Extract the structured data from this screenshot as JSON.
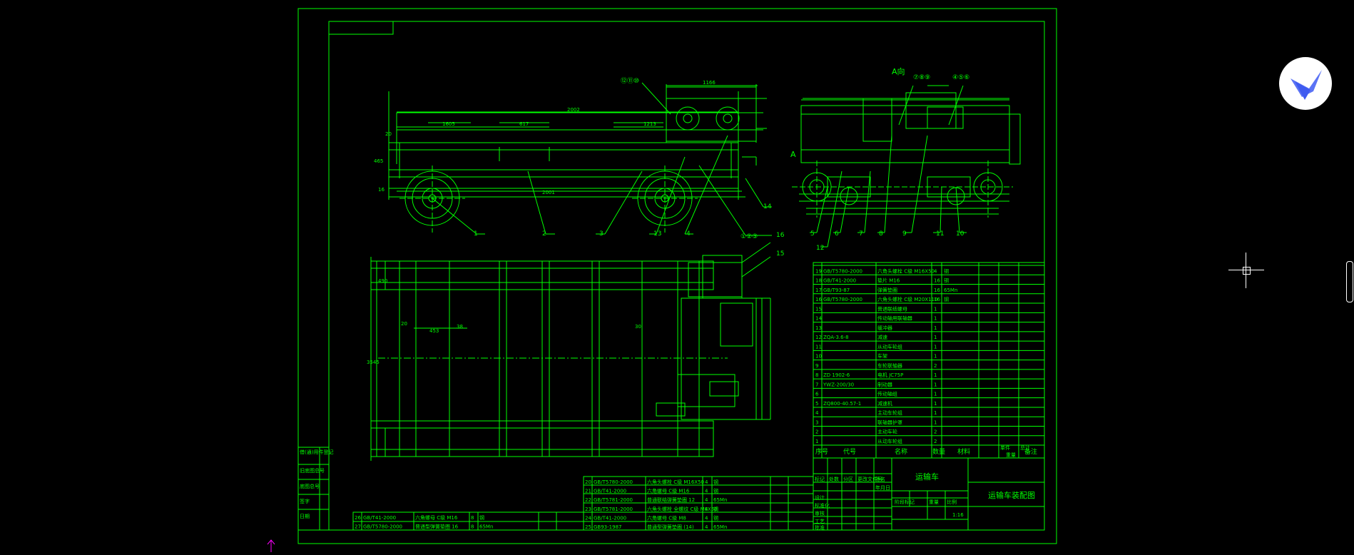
{
  "drawing": {
    "title_block": {
      "part_name": "运输车",
      "drawing_title": "运输车装配图",
      "scale_note": "1:16",
      "col_headers": [
        "序号",
        "代号",
        "名称",
        "数量",
        "材料",
        "备注"
      ],
      "weight_headers": [
        "单件",
        "总计",
        "重量"
      ]
    },
    "view_label_a": "A向",
    "view_marker_a": "A",
    "dims": {
      "d1": "1166",
      "d2": "2002",
      "d3": "1605",
      "d4": "617",
      "d5": "1213",
      "d6": "2001",
      "d7": "465",
      "d8": "3545",
      "d9": "453",
      "d10": "490",
      "d11": "20",
      "d12": "16",
      "d13": "38",
      "d14": "30",
      "d15": "20"
    },
    "balloons_top": [
      "①②③",
      "④⑤⑥",
      "⑦⑧⑨",
      "⑫⑪⑩"
    ],
    "callouts_front": [
      "1",
      "2",
      "3",
      "13",
      "4",
      "14",
      "15",
      "16"
    ],
    "callouts_side": [
      "5",
      "6",
      "7",
      "8",
      "9",
      "11",
      "10",
      "12"
    ],
    "bom_rows": [
      {
        "no": "19",
        "code": "GB/T5780-2000",
        "name": "六角头螺栓 C级 M16X50",
        "qty": "4",
        "mat": "钢"
      },
      {
        "no": "18",
        "code": "GB/T41-2000",
        "name": "垫片 M16",
        "qty": "16",
        "mat": "钢"
      },
      {
        "no": "17",
        "code": "GB/T93-87",
        "name": "弹簧垫圈",
        "qty": "16",
        "mat": "65Mn"
      },
      {
        "no": "16",
        "code": "GB/T5780-2000",
        "name": "六角头螺栓 C级 M20X110",
        "qty": "16",
        "mat": "钢"
      },
      {
        "no": "15",
        "code": "",
        "name": "普通联结螺母",
        "qty": "1",
        "mat": ""
      },
      {
        "no": "14",
        "code": "",
        "name": "传动轴用联轴器",
        "qty": "1",
        "mat": ""
      },
      {
        "no": "13",
        "code": "",
        "name": "缓冲器",
        "qty": "1",
        "mat": ""
      },
      {
        "no": "12",
        "code": "ZQA-3.6-8",
        "name": "减速",
        "qty": "1",
        "mat": ""
      },
      {
        "no": "11",
        "code": "",
        "name": "从动车轮组",
        "qty": "1",
        "mat": ""
      },
      {
        "no": "10",
        "code": "",
        "name": "车架",
        "qty": "1",
        "mat": ""
      },
      {
        "no": "9",
        "code": "",
        "name": "车轮联轴器",
        "qty": "2",
        "mat": ""
      },
      {
        "no": "8",
        "code": "ZD 1902-6",
        "name": "电机 JC75P",
        "qty": "1",
        "mat": ""
      },
      {
        "no": "7",
        "code": "YWZ-200/30",
        "name": "制动器",
        "qty": "1",
        "mat": ""
      },
      {
        "no": "6",
        "code": "",
        "name": "传动轴组",
        "qty": "1",
        "mat": ""
      },
      {
        "no": "5",
        "code": "ZQ800-40.57-1",
        "name": "减速机",
        "qty": "1",
        "mat": ""
      },
      {
        "no": "4",
        "code": "",
        "name": "主动车轮组",
        "qty": "1",
        "mat": ""
      },
      {
        "no": "3",
        "code": "",
        "name": "联轴器护罩",
        "qty": "1",
        "mat": ""
      },
      {
        "no": "2",
        "code": "",
        "name": "主动车轮",
        "qty": "2",
        "mat": ""
      },
      {
        "no": "1",
        "code": "",
        "name": "从动车轮组",
        "qty": "2",
        "mat": ""
      }
    ],
    "bom_lower_mid": [
      {
        "no": "20",
        "code": "GB/T5780-2000",
        "name": "六角头螺栓 C级 M16X50",
        "qty": "4",
        "mat": "钢"
      },
      {
        "no": "21",
        "code": "GB/T41-2000",
        "name": "六角螺母 C级 M16",
        "qty": "4",
        "mat": "钢"
      },
      {
        "no": "22",
        "code": "GB/T5781-2000",
        "name": "普通联结弹簧垫圈 12",
        "qty": "4",
        "mat": "65Mn"
      },
      {
        "no": "23",
        "code": "GB/T5781-2000",
        "name": "六角头螺栓 全螺纹 C级 M8X50",
        "qty": "4",
        "mat": "钢"
      },
      {
        "no": "24",
        "code": "GB/T41-2000",
        "name": "六角螺母 C级 M8",
        "qty": "4",
        "mat": "钢"
      },
      {
        "no": "25",
        "code": "GB93-1987",
        "name": "普通型弹簧垫圈 (14)",
        "qty": "4",
        "mat": "65Mn"
      }
    ],
    "bom_lower_left": [
      {
        "no": "26",
        "code": "GB/T41-2000",
        "name": "六角螺母 C级 M16",
        "qty": "8",
        "mat": "钢"
      },
      {
        "no": "27",
        "code": "GB/T5780-2000",
        "name": "普通型弹簧垫圈 16",
        "qty": "8",
        "mat": "65Mn"
      }
    ],
    "tb_labels": [
      "标记",
      "处数",
      "分区",
      "更改文件号",
      "签名",
      "年月日",
      "设计",
      "标准化",
      "审核",
      "工艺",
      "批准",
      "阶段标记",
      "重量",
      "比例"
    ],
    "left_strip": [
      "借(通)用件登记",
      "旧底图总号",
      "底图总号",
      "签字",
      "日期"
    ]
  },
  "colors": {
    "line": "#00ff00",
    "bg": "#000000"
  },
  "icons": [
    "app-logo-bird-icon",
    "crosshair-cursor-icon",
    "ucs-arrow-icon"
  ]
}
